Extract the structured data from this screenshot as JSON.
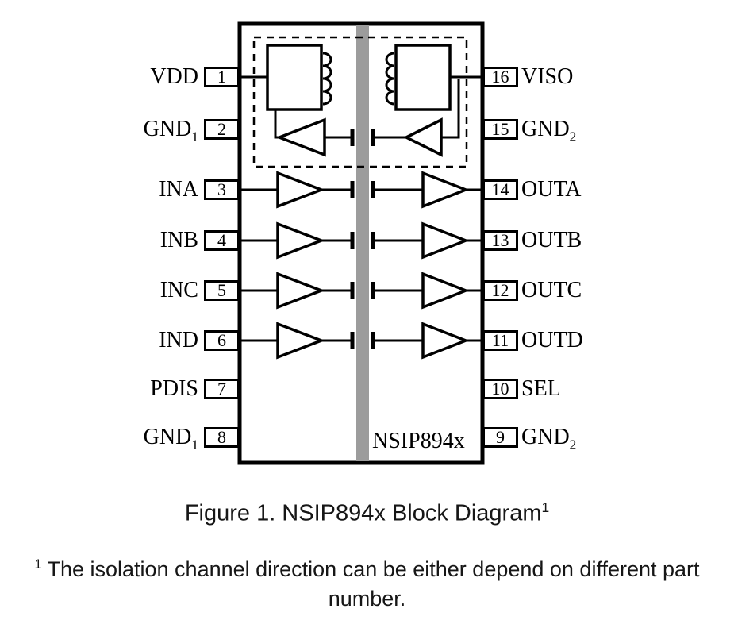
{
  "diagram": {
    "chip_label": "NSIP894x",
    "left_pins": [
      {
        "num": "1",
        "base": "VDD",
        "sub": ""
      },
      {
        "num": "2",
        "base": "GND",
        "sub": "1"
      },
      {
        "num": "3",
        "base": "INA",
        "sub": ""
      },
      {
        "num": "4",
        "base": "INB",
        "sub": ""
      },
      {
        "num": "5",
        "base": "INC",
        "sub": ""
      },
      {
        "num": "6",
        "base": "IND",
        "sub": ""
      },
      {
        "num": "7",
        "base": "PDIS",
        "sub": ""
      },
      {
        "num": "8",
        "base": "GND",
        "sub": "1"
      }
    ],
    "right_pins": [
      {
        "num": "16",
        "base": "VISO",
        "sub": ""
      },
      {
        "num": "15",
        "base": "GND",
        "sub": "2"
      },
      {
        "num": "14",
        "base": "OUTA",
        "sub": ""
      },
      {
        "num": "13",
        "base": "OUTB",
        "sub": ""
      },
      {
        "num": "12",
        "base": "OUTC",
        "sub": ""
      },
      {
        "num": "11",
        "base": "OUTD",
        "sub": ""
      },
      {
        "num": "10",
        "base": "SEL",
        "sub": ""
      },
      {
        "num": "9",
        "base": "GND",
        "sub": "2"
      }
    ]
  },
  "caption": {
    "text": "Figure 1. NSIP894x Block Diagram",
    "sup": "1"
  },
  "footnote": {
    "marker": "1",
    "line1": "The isolation channel direction can be either depend on different part",
    "line2": "number."
  },
  "colors": {
    "isolation_barrier": "#9c9c9c",
    "stroke": "#000000",
    "background": "#ffffff"
  }
}
